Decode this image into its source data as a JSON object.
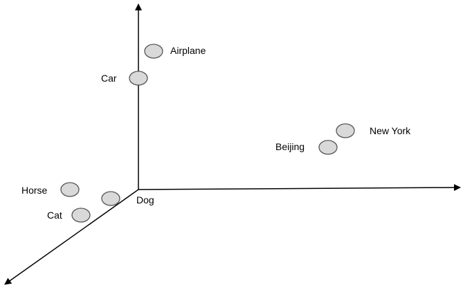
{
  "diagram": {
    "points": [
      {
        "id": "airplane",
        "label": "Airplane"
      },
      {
        "id": "car",
        "label": "Car"
      },
      {
        "id": "new-york",
        "label": "New York"
      },
      {
        "id": "beijing",
        "label": "Beijing"
      },
      {
        "id": "horse",
        "label": "Horse"
      },
      {
        "id": "dog",
        "label": "Dog"
      },
      {
        "id": "cat",
        "label": "Cat"
      }
    ],
    "colors": {
      "axis": "#000000",
      "point_fill": "#d9d9d9",
      "point_stroke": "#555555"
    }
  }
}
